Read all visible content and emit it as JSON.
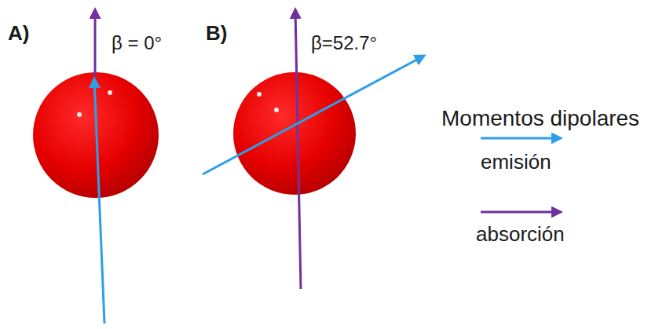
{
  "diagram": {
    "labels": [
      "A)",
      "β = 0°",
      "B)",
      "β=52.7°",
      "Momentos dipolares"
    ],
    "legend": [
      {
        "text": "emisión"
      },
      {
        "text": "absorción"
      }
    ]
  }
}
